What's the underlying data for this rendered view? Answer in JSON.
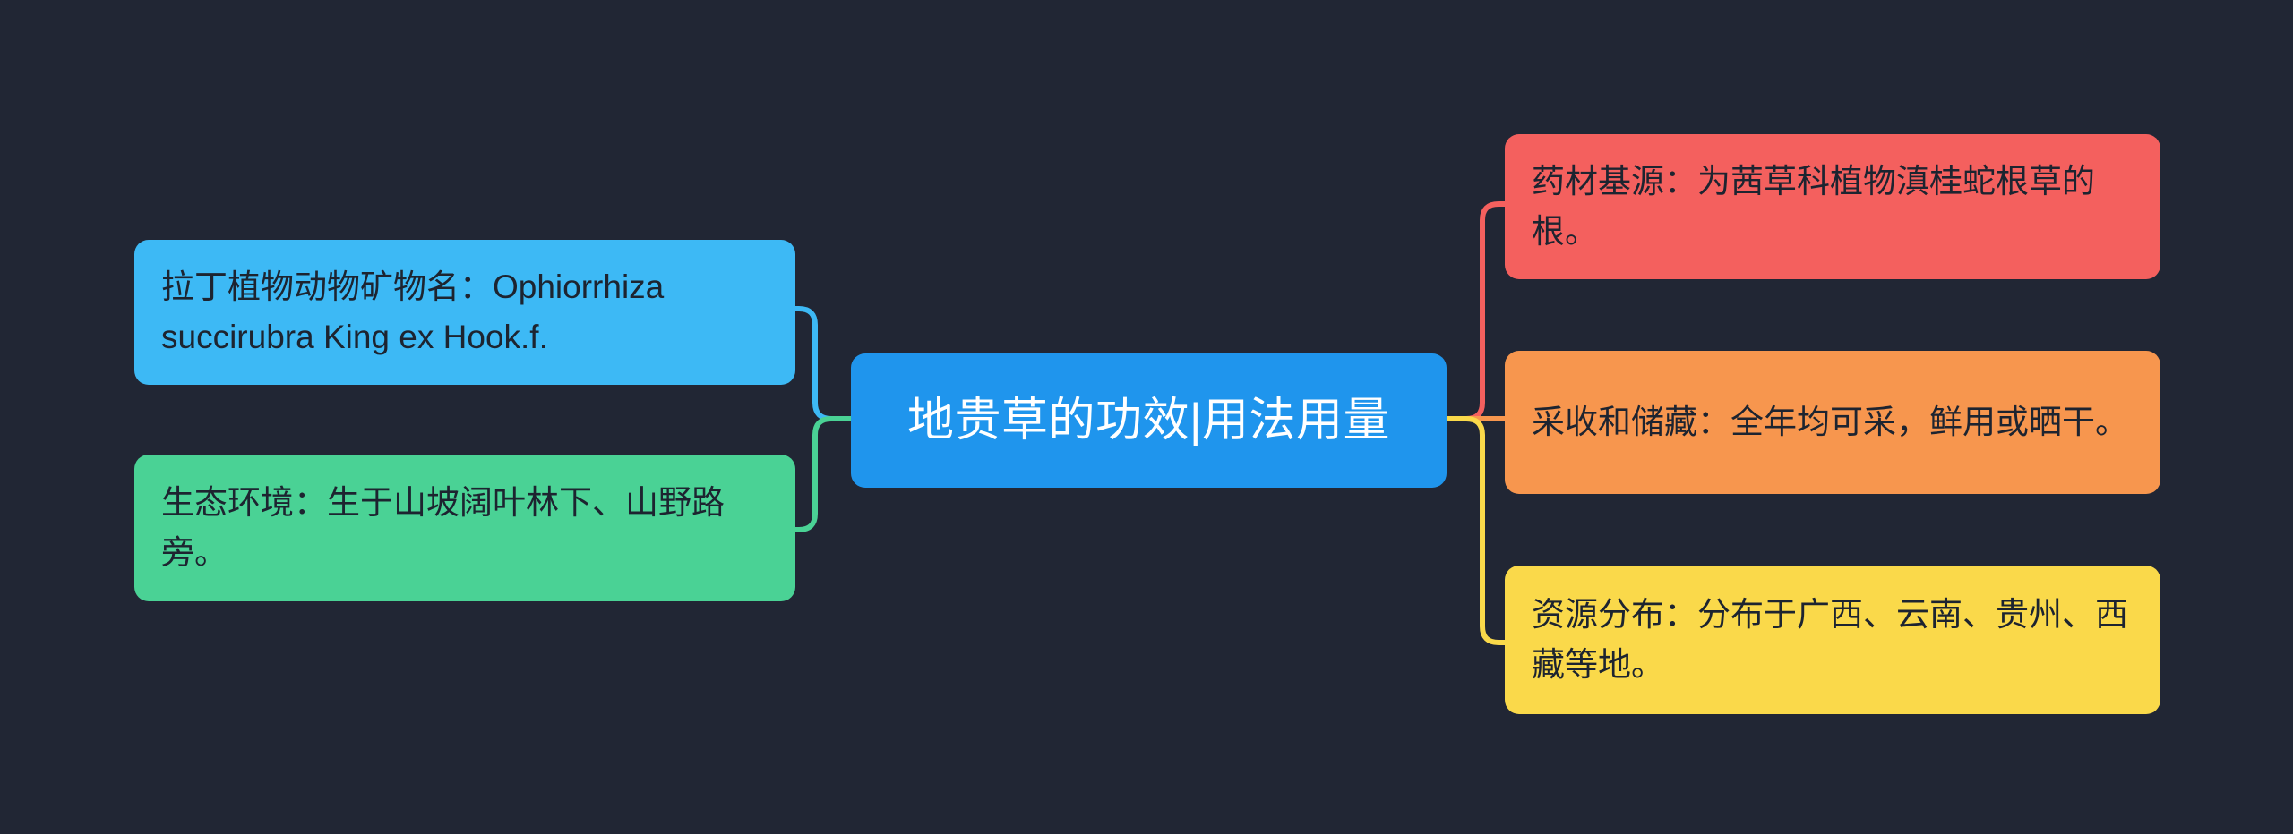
{
  "diagram": {
    "type": "mindmap",
    "background_color": "#212634",
    "title": "地贵草的功效|用法用量"
  },
  "center": {
    "label": "地贵草的功效|用法用量",
    "color": "#1f95ed",
    "text_color": "#ffffff"
  },
  "branches": {
    "left": [
      {
        "id": "latin-name",
        "label": "拉丁植物动物矿物名：Ophiorrhiza succirubra King ex Hook.f.",
        "color": "#3db9f5",
        "text_color": "#1d2430"
      },
      {
        "id": "ecology",
        "label": "生态环境：生于山坡阔叶林下、山野路旁。",
        "color": "#4ad295",
        "text_color": "#1d2430"
      }
    ],
    "right": [
      {
        "id": "source",
        "label": "药材基源：为茜草科植物滇桂蛇根草的根。",
        "color": "#f4605e",
        "text_color": "#1d2430"
      },
      {
        "id": "harvest",
        "label": "采收和储藏：全年均可采，鲜用或晒干。",
        "color": "#f7964e",
        "text_color": "#1d2430"
      },
      {
        "id": "distribution",
        "label": "资源分布：分布于广西、云南、贵州、西藏等地。",
        "color": "#fad94a",
        "text_color": "#1d2430"
      }
    ]
  },
  "connectors": [
    {
      "id": "connector-latin-name",
      "color": "#3db9f5",
      "side": "left"
    },
    {
      "id": "connector-ecology",
      "color": "#4ad295",
      "side": "left"
    },
    {
      "id": "connector-source",
      "color": "#f4605e",
      "side": "right"
    },
    {
      "id": "connector-harvest",
      "color": "#f7964e",
      "side": "right"
    },
    {
      "id": "connector-distribution",
      "color": "#fad94a",
      "side": "right"
    }
  ]
}
